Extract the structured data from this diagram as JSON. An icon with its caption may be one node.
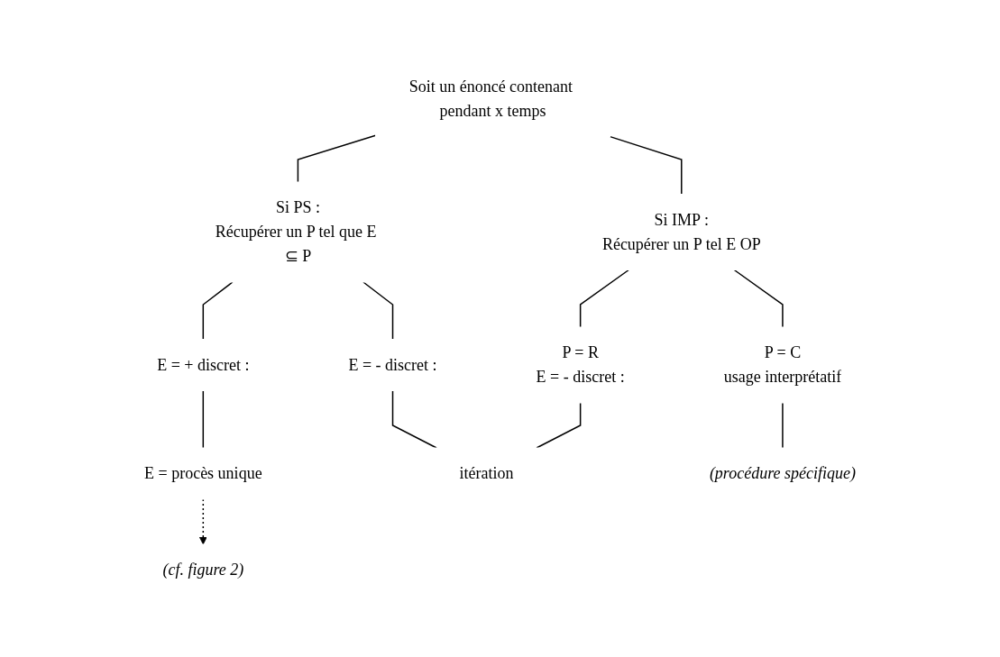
{
  "diagram": {
    "nodes": [
      {
        "text": [
          "Soit un énoncé contenant pendant x temps"
        ]
      },
      {
        "text": [
          "Si PS :",
          "Récupérer un P tel que E ⊆ P"
        ]
      },
      {
        "text": [
          "Si IMP :",
          "Récupérer un P tel E OP"
        ]
      },
      {
        "text": [
          "E = + discret :"
        ]
      },
      {
        "text": [
          "E = - discret :"
        ]
      },
      {
        "text": [
          "P = R",
          "E = - discret :"
        ]
      },
      {
        "text": [
          "P = C",
          "usage interprétatif"
        ]
      },
      {
        "text": [
          "E = procès unique"
        ]
      },
      {
        "text": [
          "itération"
        ]
      },
      {
        "text": [
          "(procédure spécifique)"
        ]
      },
      {
        "text": [
          "(cf. figure 2)"
        ]
      }
    ],
    "edges": [
      {
        "from": 0,
        "to": 1,
        "arrow": "none"
      },
      {
        "from": 0,
        "to": 2,
        "arrow": "none"
      },
      {
        "from": 1,
        "to": 3,
        "arrow": "none"
      },
      {
        "from": 1,
        "to": 4,
        "arrow": "none"
      },
      {
        "from": 2,
        "to": 5,
        "arrow": "none"
      },
      {
        "from": 2,
        "to": 6,
        "arrow": "none"
      },
      {
        "from": 3,
        "to": 7,
        "arrow": "none"
      },
      {
        "from": 4,
        "to": 8,
        "arrow": "none"
      },
      {
        "from": 5,
        "to": 8,
        "arrow": "none"
      },
      {
        "from": 6,
        "to": 9,
        "arrow": "none"
      },
      {
        "from": 7,
        "to": 10,
        "arrow": "to",
        "style": "dashed"
      }
    ]
  }
}
